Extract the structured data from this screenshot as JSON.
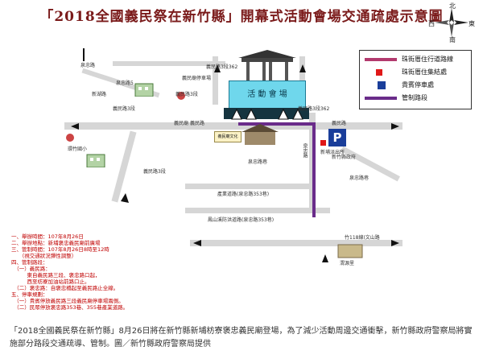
{
  "title": "「2018全國義民祭在新竹縣」開幕式活動會場交通疏處示意圖",
  "compass": {
    "n": "北",
    "s": "南",
    "e": "東",
    "w": "西"
  },
  "legend": {
    "items": [
      {
        "label": "珠街厝住行道路線",
        "color": "#b23a6e"
      },
      {
        "label": "珠街厝住集結處",
        "color": "#e01818"
      },
      {
        "label": "貴賓停車處",
        "color": "#1a3e9a"
      },
      {
        "label": "管制路段",
        "color": "#6a2c8a"
      }
    ]
  },
  "map": {
    "venue_label": "活 動 會 場",
    "parking_symbol": "P",
    "roads": {
      "chuanzhong": "泉忠路",
      "xinhu": "新湖路",
      "yimin_2_north": "義民路3段362",
      "yimin_2_east": "義民路3段362",
      "yimin_side_1": "義民路3段",
      "yimin_side_2": "義民路3段",
      "chuanzhong_5": "泉忠路5",
      "yimin_mid": "義民路",
      "chuanzhong_vert": "泉忠路",
      "yimin_mid2": "義民路",
      "yimin_side_4": "義民路3段",
      "chuanzhong_lane": "泉忠路巷",
      "chuanzhong_lane2": "泉忠路巷",
      "chanye": "產業道路(泉忠路353巷)",
      "fengshan": "鳳山溪防洪道路(泉忠路353巷)",
      "jinhe": "竹118線(文山路",
      "xiangzhu": "新竹縣政府"
    },
    "places": {
      "yimin_temple_pkg": "義民廟停車場",
      "yimin_temple": "義民廟",
      "huanzhu_school": "環竹國小",
      "cultural_hall": "義民廟文化",
      "xinpu_police": "新埔派出所",
      "weishan": "渭源里"
    }
  },
  "info": {
    "lines": [
      "一、舉辦時間：107年8月26日",
      "二、舉辦地點：新埔褒忠義民廟前廣場",
      "三、管制時間：107年8月26日8時至12時",
      "　　（視交通狀況彈性調整）",
      "四、管制路段：",
      "　（一）義民路：",
      "　　　東自義民路三段、褒忠路口起，",
      "　　　西至枋寮加油站前路口止。",
      "　（二）褒忠路：自褒忠橋起至義民路止全線。",
      "五、停車規劃：",
      "　（一）貴賓停放義民路三段義民廟停車場兩側。",
      "　（二）民眾停放褒忠路353巷、355巷產業道路。"
    ]
  },
  "caption": "「2018全國義民祭在新竹縣」8月26日將在新竹縣新埔枋寮褒忠義民廟登場，為了減少活動周邊交通衝擊，新竹縣政府警察局將實施部分路段交通疏導、管制。圖／新竹縣政府警察局提供"
}
